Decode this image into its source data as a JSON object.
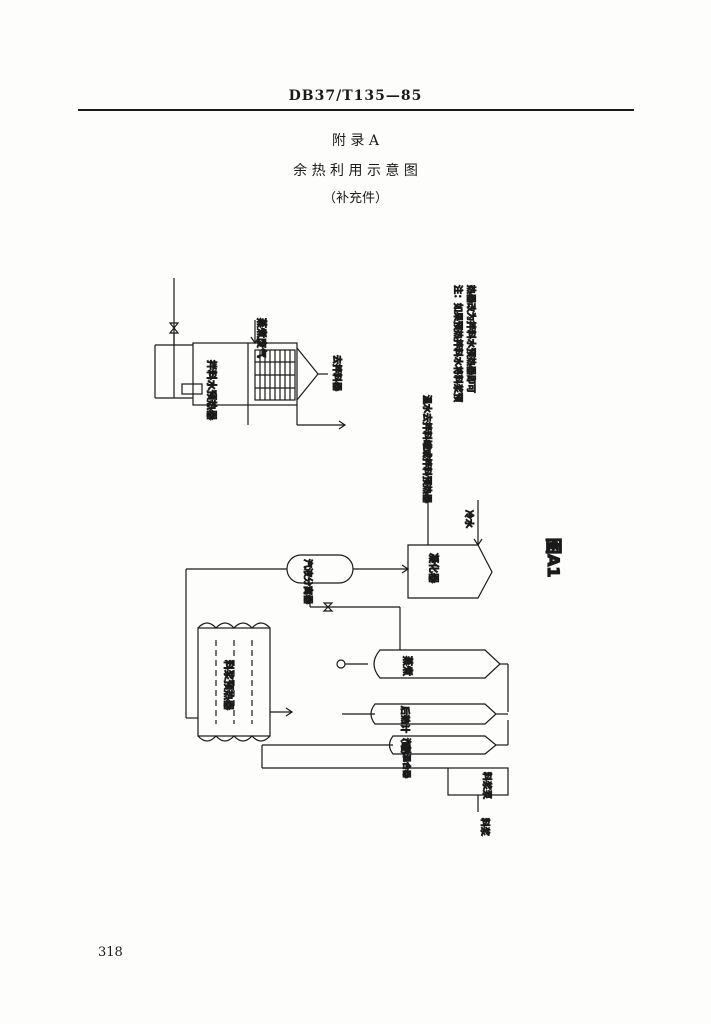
{
  "header": {
    "standard_no": "DB37/T135—85"
  },
  "title": {
    "appendix": "附 录 A",
    "name": "余 热 利 用 示 意 图",
    "note": "（补充件）"
  },
  "figure": {
    "label": "图A1",
    "labels": {
      "steam_waste_gas": "蒸煮废气",
      "preheater_top": "拌料水预热器",
      "to_mixer": "去拌料器",
      "remark_line1": "注：如果预热拌料水将料浆预",
      "remark_line2": "热器改为拌料水预热器即可",
      "hot_water": "温水去拌料罐或拌料预热器",
      "cold_water": "冷水",
      "condenser": "凝化器",
      "separator": "汽液分离器",
      "slurry_preheater": "料浆预热器",
      "cooker": "蒸煮",
      "mid_tank": "后熟计（罐）",
      "mixer_tank": "汽料混合器",
      "slurry_pump": "料浆泵",
      "slurry_in": "料浆"
    }
  },
  "page_number": "318"
}
